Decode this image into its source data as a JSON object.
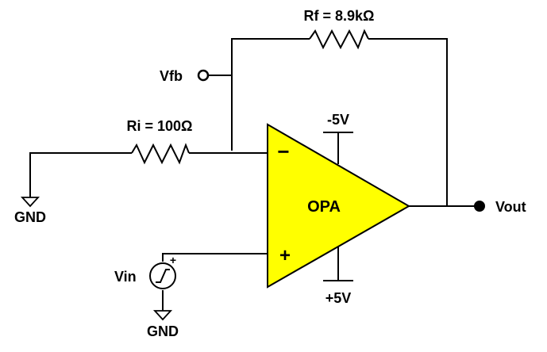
{
  "rf_label": "Rf = 8.9kΩ",
  "ri_label": "Ri = 100Ω",
  "vfb_label": "Vfb",
  "neg_supply_label": "-5V",
  "pos_supply_label": "+5V",
  "opamp_label": "OPA",
  "inverting_sign": "−",
  "noninverting_sign": "+",
  "vout_label": "Vout",
  "vin_label": "Vin",
  "source_polarity": "+",
  "gnd_left_label": "GND",
  "gnd_bottom_label": "GND",
  "colors": {
    "opamp_fill": "#ffff00",
    "wire": "#000000"
  }
}
